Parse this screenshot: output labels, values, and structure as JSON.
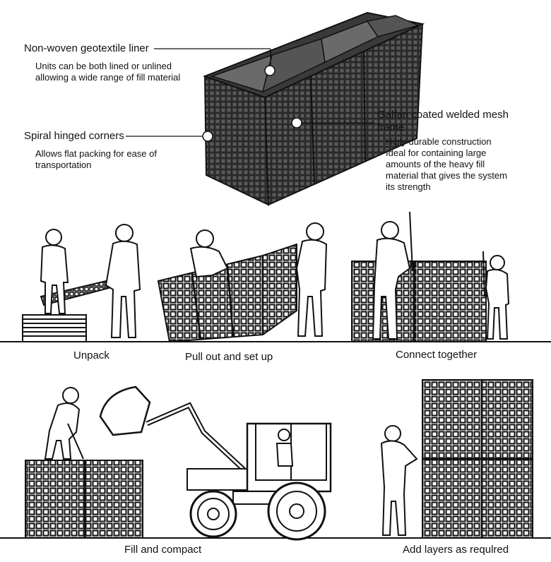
{
  "callouts": {
    "liner": {
      "title": "Non-woven geotextile liner",
      "body": [
        "Units can be both lined or unlined",
        "allowing a wide range of fill material"
      ]
    },
    "corners": {
      "title": "Spiral hinged corners",
      "body": [
        "Allows flat packing for ease of",
        "transportation"
      ]
    },
    "mesh": {
      "title": [
        "Galfan coated welded mesh",
        "frame"
      ],
      "body": [
        "Higly durable construction",
        "Ideal for containing large",
        "amounts of the heavy fill",
        "material that gives the system",
        "its strength"
      ]
    }
  },
  "steps": {
    "unpack": "Unpack",
    "pull": "Pull out and set up",
    "connect": "Connect together",
    "fill": "Fill and compact",
    "layers": "Add layers as requlred"
  },
  "colors": {
    "ink": "#111111",
    "background": "#ffffff"
  },
  "icons": [
    "hesco-barrier-illustration",
    "worker-silhouette",
    "wheel-loader-tractor"
  ]
}
